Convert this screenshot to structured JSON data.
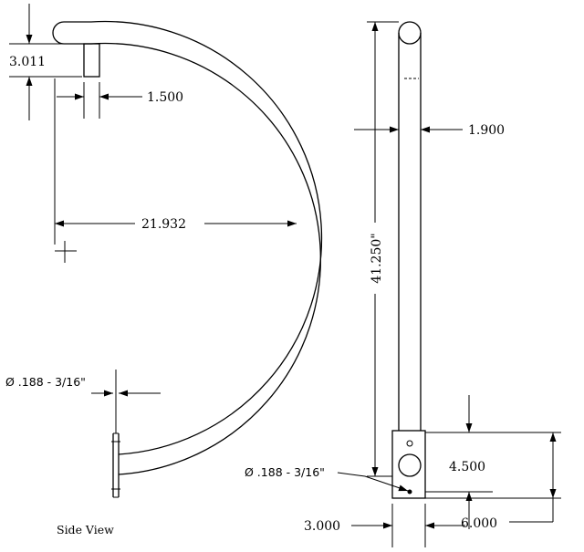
{
  "side_view": {
    "caption": "Side View",
    "dim_top_height": "3.011",
    "dim_tab_width": "1.500",
    "dim_radius": "21.932",
    "dim_hole": "Ø .188 - 3/16\""
  },
  "front_view": {
    "dim_height": "41.250\"",
    "dim_tube_dia": "1.900",
    "dim_plate_height": "4.500",
    "dim_plate_offset": "6.000",
    "dim_plate_width": "3.000",
    "dim_hole": "Ø .188 - 3/16\""
  }
}
